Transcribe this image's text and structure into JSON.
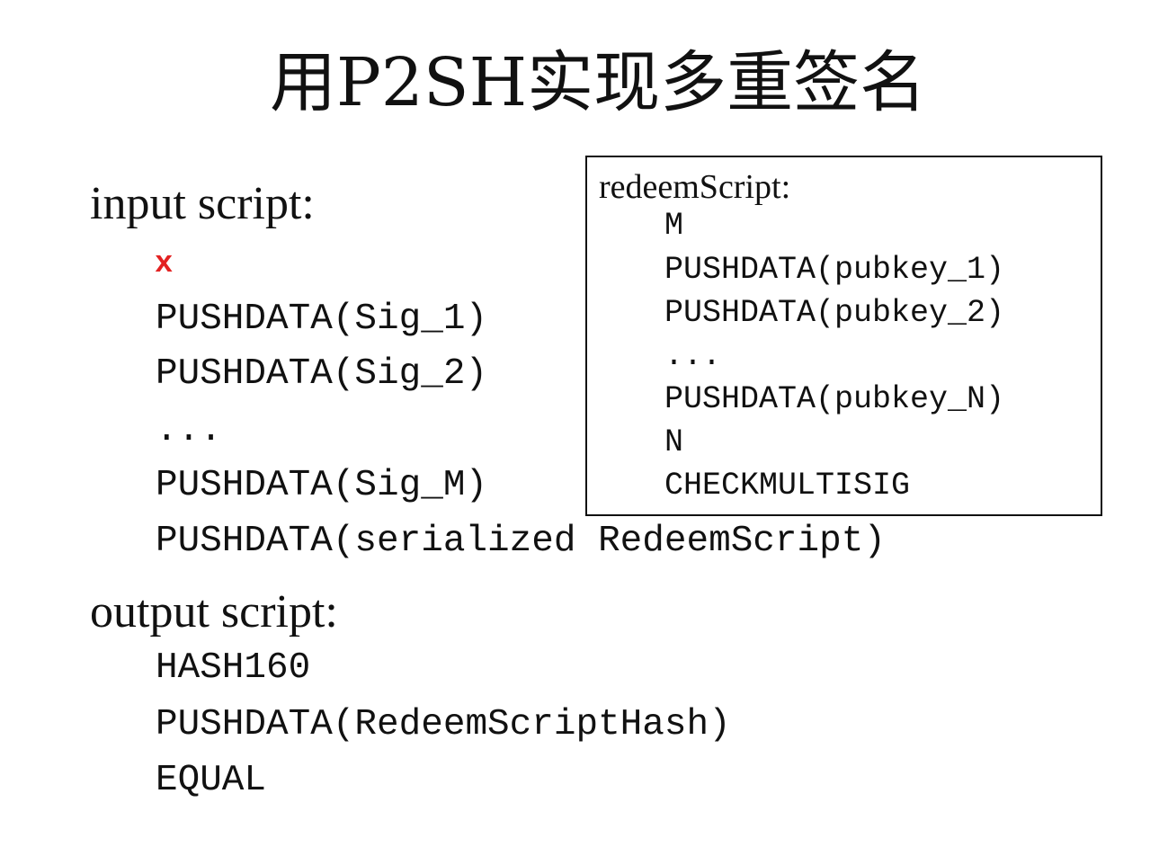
{
  "slide": {
    "title": "用P2SH实现多重签名",
    "input_heading": "input script:",
    "input_marker": "x",
    "input_lines": [
      "PUSHDATA(Sig_1)",
      "PUSHDATA(Sig_2)",
      "...",
      "PUSHDATA(Sig_M)",
      "PUSHDATA(serialized RedeemScript)"
    ],
    "output_heading": "output script:",
    "output_lines": [
      "HASH160",
      "PUSHDATA(RedeemScriptHash)",
      "EQUAL"
    ],
    "redeem_box": {
      "heading": "redeemScript:",
      "lines": [
        "M",
        "PUSHDATA(pubkey_1)",
        "PUSHDATA(pubkey_2)",
        "...",
        "PUSHDATA(pubkey_N)",
        "N",
        "CHECKMULTISIG"
      ]
    },
    "colors": {
      "text": "#111111",
      "marker": "#e32222",
      "background": "#ffffff"
    }
  }
}
